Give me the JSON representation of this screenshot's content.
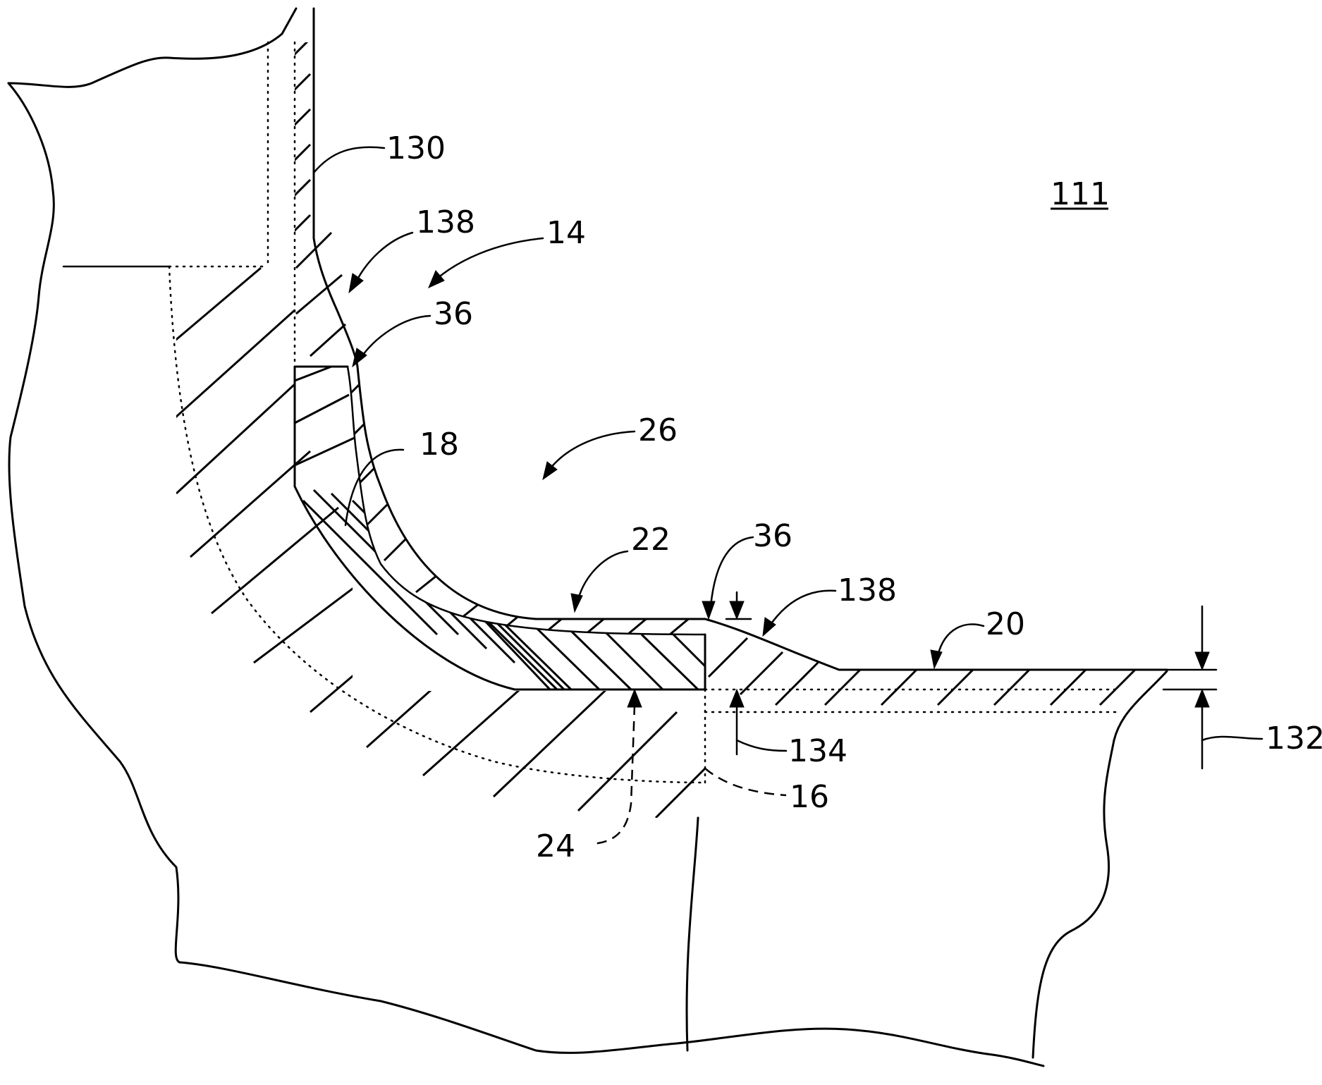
{
  "figure": {
    "number": "111"
  },
  "labels": {
    "l130": "130",
    "l138_top": "138",
    "l14": "14",
    "l36_top": "36",
    "l26": "26",
    "l18": "18",
    "l22": "22",
    "l36_right": "36",
    "l138_right": "138",
    "l20": "20",
    "l132": "132",
    "l134": "134",
    "l16": "16",
    "l24": "24"
  }
}
